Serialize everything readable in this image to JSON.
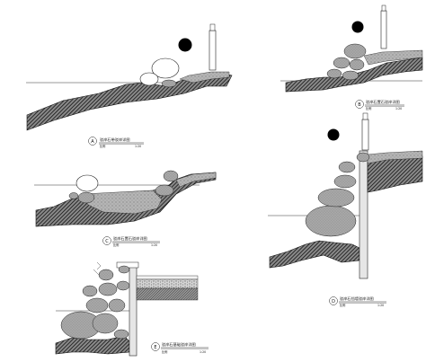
{
  "detail_a": {
    "marker": "A",
    "title": "驳岸石带驳岸详图",
    "scale_label": "比例",
    "scale_value": "1:20"
  },
  "detail_b": {
    "marker": "B",
    "title": "驳岸石置石驳岸详图",
    "scale_label": "比例",
    "scale_value": "1:20"
  },
  "detail_c": {
    "marker": "C",
    "title": "驳岸石置石驳岸详图",
    "scale_label": "比例",
    "scale_value": "1:20"
  },
  "detail_d": {
    "marker": "D",
    "title": "驳岸石挡墙驳岸详图",
    "scale_label": "比例",
    "scale_value": "1:20"
  },
  "detail_e": {
    "marker": "E",
    "title": "驳岸石基础驳岸详图",
    "scale_label": "比例",
    "scale_value": "1:20"
  }
}
